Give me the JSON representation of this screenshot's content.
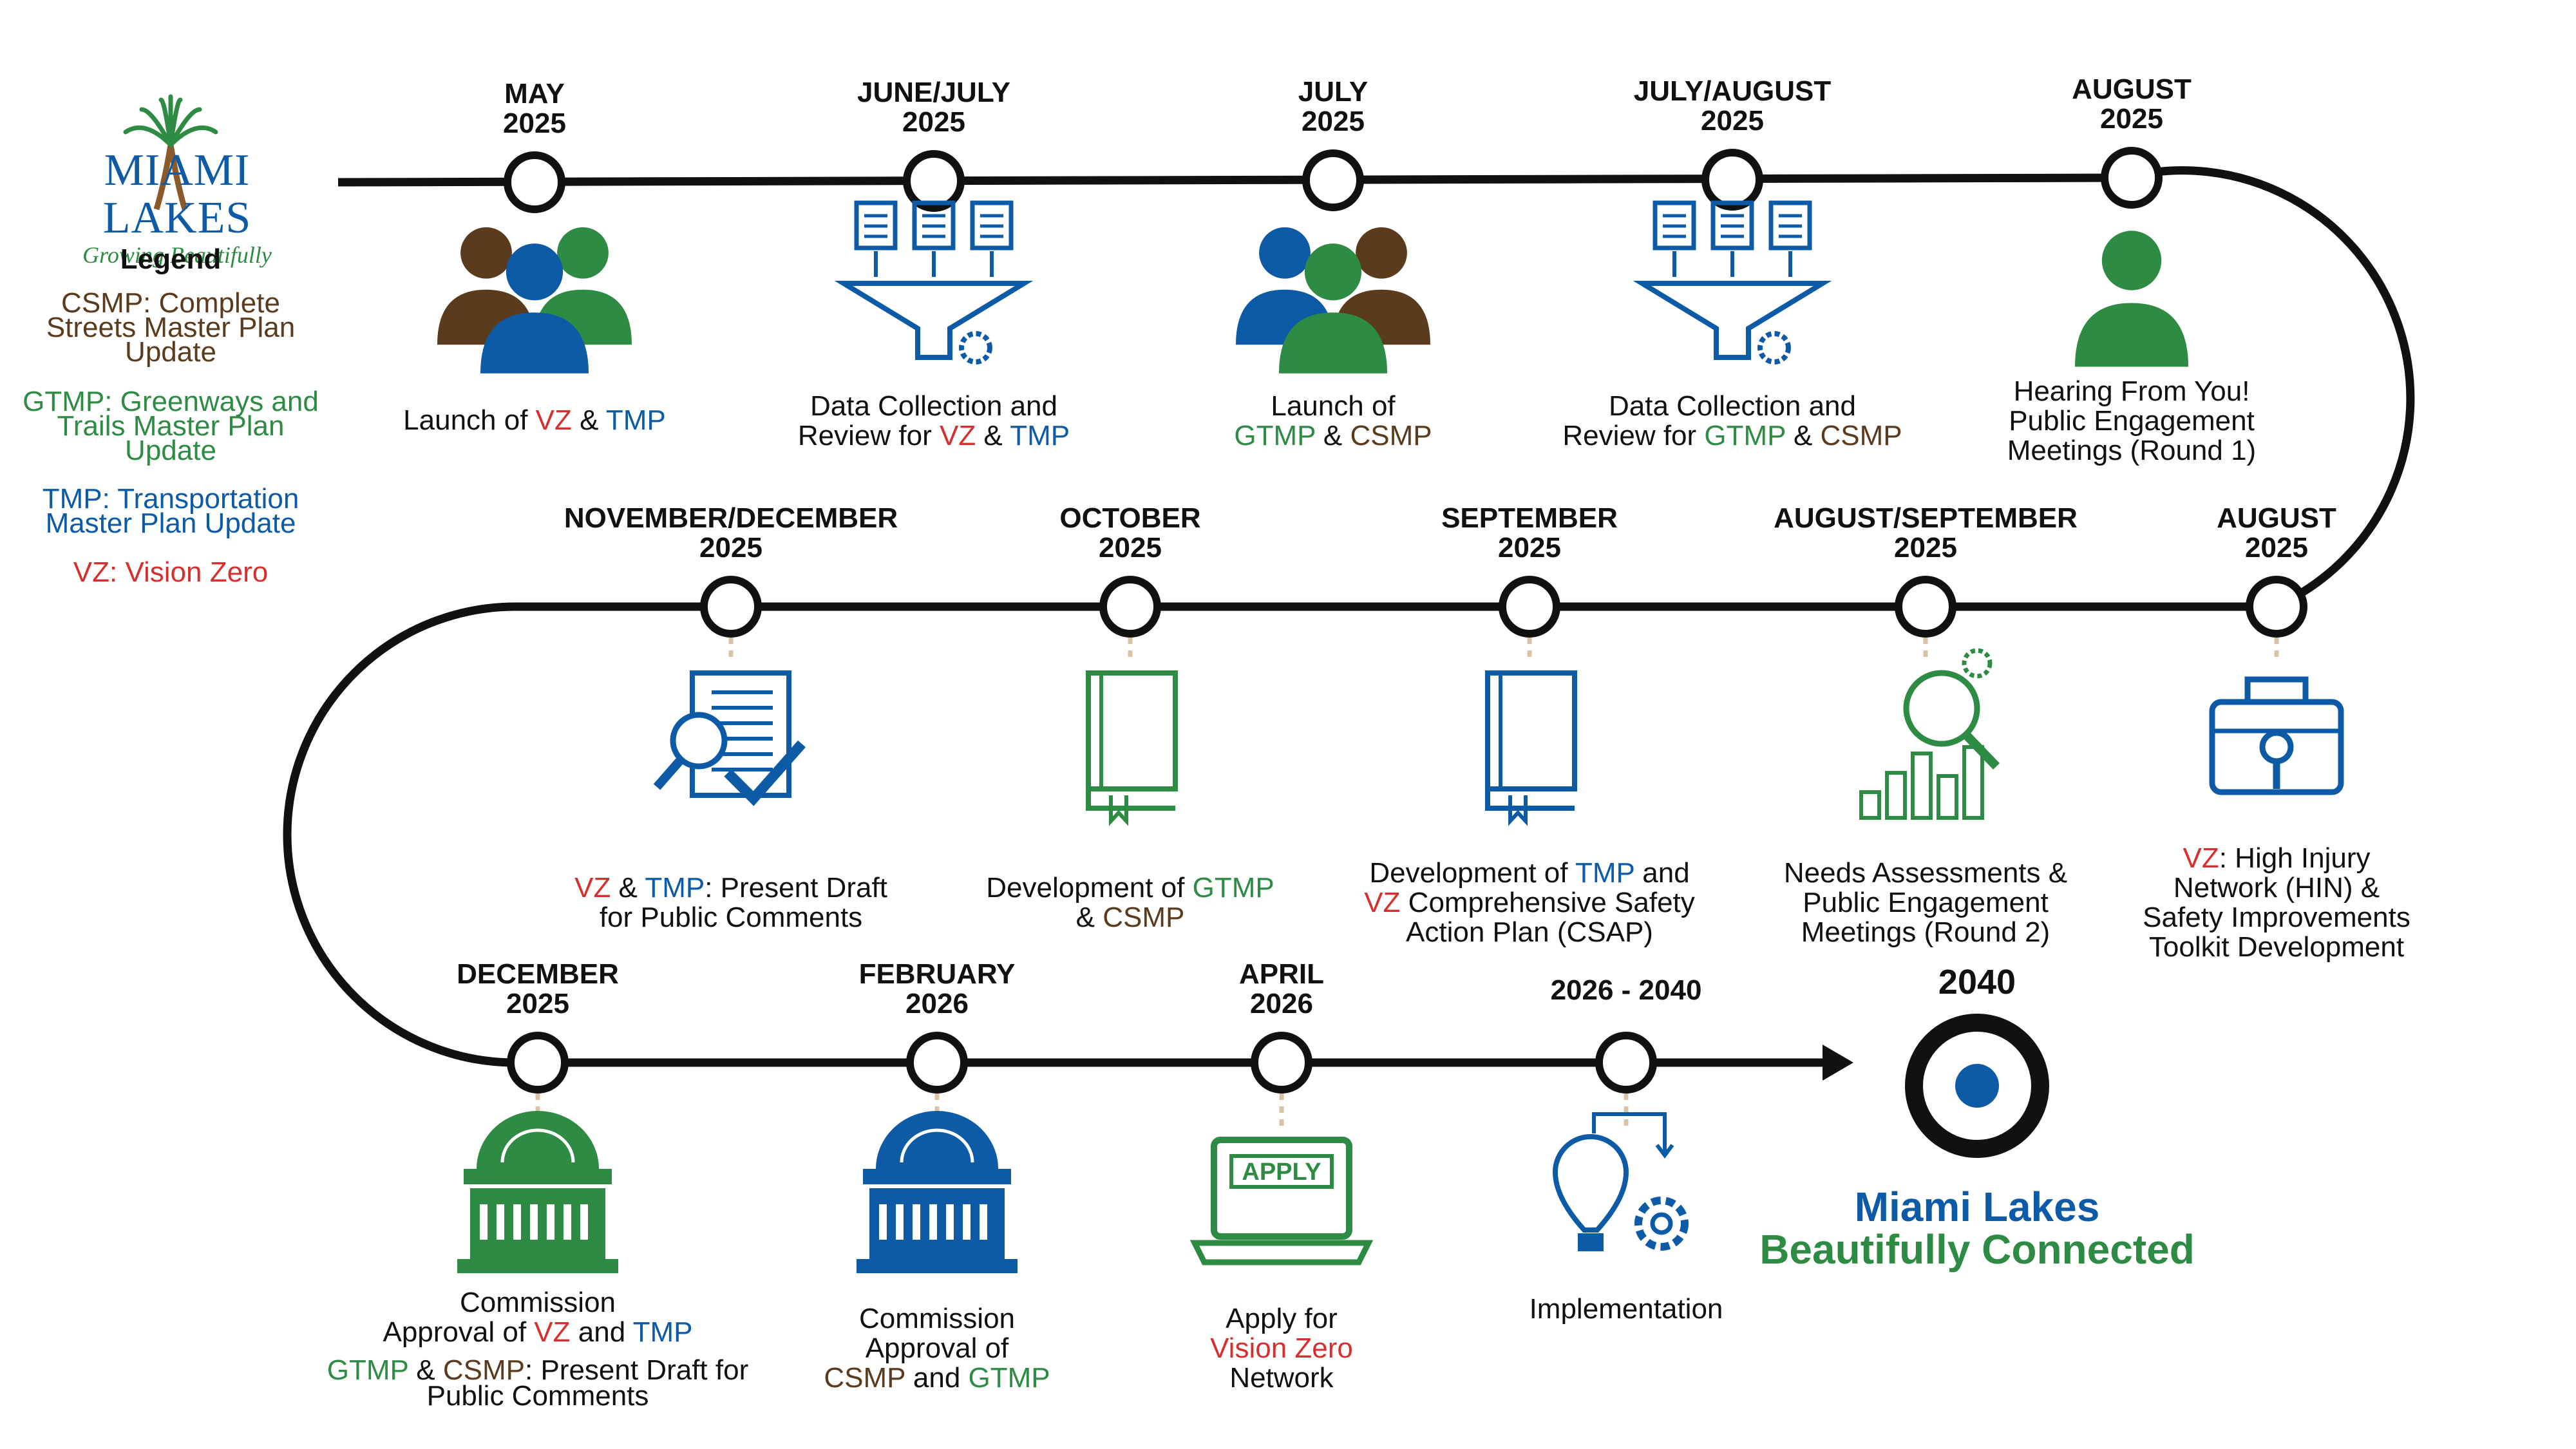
{
  "logo": {
    "name": "MIAMI LAKES",
    "tagline": "Growing Beautifully"
  },
  "legend": {
    "title": "Legend",
    "items": [
      {
        "text": "CSMP: Complete Streets Master Plan Update",
        "color": "#5b3b1e"
      },
      {
        "text": "GTMP: Greenways and Trails Master Plan Update",
        "color": "#2e8b44"
      },
      {
        "text": "TMP: Transportation Master Plan Update",
        "color": "#0d5aa7"
      },
      {
        "text": "VZ: Vision Zero",
        "color": "#d62f2f"
      }
    ]
  },
  "colors": {
    "red": "#d62f2f",
    "blue": "#0d5aa7",
    "green": "#2e8b44",
    "brown": "#5b3b1e",
    "line": "#111111",
    "dots": "#d8c3a5"
  },
  "milestones": [
    {
      "id": "m1",
      "date1": "MAY",
      "date2": "2025",
      "icon": "people-icon",
      "label": [
        [
          "Launch of ",
          ""
        ],
        [
          "VZ",
          "r"
        ],
        [
          " & ",
          ""
        ],
        [
          "TMP",
          "b"
        ]
      ]
    },
    {
      "id": "m2",
      "date1": "JUNE/JULY",
      "date2": "2025",
      "icon": "data-funnel-icon",
      "label": [
        [
          "Data Collection and",
          ""
        ],
        [
          "\n",
          ""
        ],
        [
          "Review for ",
          ""
        ],
        [
          "VZ",
          "r"
        ],
        [
          " & ",
          ""
        ],
        [
          "TMP",
          "b"
        ]
      ]
    },
    {
      "id": "m3",
      "date1": "JULY",
      "date2": "2025",
      "icon": "people-icon",
      "label": [
        [
          "Launch of",
          ""
        ],
        [
          "\n",
          ""
        ],
        [
          "GTMP",
          "g"
        ],
        [
          " & ",
          ""
        ],
        [
          "CSMP",
          "br"
        ]
      ]
    },
    {
      "id": "m4",
      "date1": "JULY/AUGUST",
      "date2": "2025",
      "icon": "data-funnel-icon",
      "label": [
        [
          "Data Collection and",
          ""
        ],
        [
          "\n",
          ""
        ],
        [
          "Review for ",
          ""
        ],
        [
          "GTMP",
          "g"
        ],
        [
          " & ",
          ""
        ],
        [
          "CSMP",
          "br"
        ]
      ]
    },
    {
      "id": "m5",
      "date1": "AUGUST",
      "date2": "2025",
      "icon": "person-icon",
      "label": [
        [
          "Hearing From You!",
          ""
        ],
        [
          "\n",
          ""
        ],
        [
          "Public Engagement",
          ""
        ],
        [
          "\n",
          ""
        ],
        [
          "Meetings (Round 1)",
          ""
        ]
      ]
    },
    {
      "id": "m6",
      "date1": "AUGUST",
      "date2": "2025",
      "icon": "toolkit-icon",
      "label": [
        [
          "VZ",
          "r"
        ],
        [
          ": High Injury",
          ""
        ],
        [
          "\n",
          ""
        ],
        [
          "Network (HIN) &",
          ""
        ],
        [
          "\n",
          ""
        ],
        [
          "Safety Improvements",
          ""
        ],
        [
          "\n",
          ""
        ],
        [
          "Toolkit Development",
          ""
        ]
      ]
    },
    {
      "id": "m7",
      "date1": "AUGUST/SEPTEMBER",
      "date2": "2025",
      "icon": "analytics-icon",
      "label": [
        [
          "Needs Assessments &",
          ""
        ],
        [
          "\n",
          ""
        ],
        [
          "Public Engagement",
          ""
        ],
        [
          "\n",
          ""
        ],
        [
          "Meetings (Round 2)",
          ""
        ]
      ]
    },
    {
      "id": "m8",
      "date1": "SEPTEMBER",
      "date2": "2025",
      "icon": "book-icon",
      "label": [
        [
          "Development of ",
          ""
        ],
        [
          "TMP",
          "b"
        ],
        [
          " and",
          ""
        ],
        [
          "\n",
          ""
        ],
        [
          "VZ",
          "r"
        ],
        [
          " Comprehensive Safety",
          ""
        ],
        [
          "\n",
          ""
        ],
        [
          "Action Plan (CSAP)",
          ""
        ]
      ]
    },
    {
      "id": "m9",
      "date1": "OCTOBER",
      "date2": "2025",
      "icon": "book-icon",
      "label": [
        [
          "Development of ",
          ""
        ],
        [
          "GTMP",
          "g"
        ],
        [
          "\n",
          ""
        ],
        [
          "& ",
          ""
        ],
        [
          "CSMP",
          "br"
        ]
      ]
    },
    {
      "id": "m10",
      "date1": "NOVEMBER/DECEMBER",
      "date2": "2025",
      "icon": "document-review-icon",
      "label": [
        [
          "VZ",
          "r"
        ],
        [
          " & ",
          ""
        ],
        [
          "TMP",
          "b"
        ],
        [
          ": Present Draft",
          ""
        ],
        [
          "\n",
          ""
        ],
        [
          "for Public Comments",
          ""
        ]
      ]
    },
    {
      "id": "m11",
      "date1": "DECEMBER",
      "date2": "2025",
      "icon": "government-building-icon",
      "label": [
        [
          "Commission",
          ""
        ],
        [
          "\n",
          ""
        ],
        [
          "Approval of ",
          ""
        ],
        [
          "VZ",
          "r"
        ],
        [
          " and ",
          ""
        ],
        [
          "TMP",
          "b"
        ]
      ],
      "label2": [
        [
          "GTMP",
          "g"
        ],
        [
          " & ",
          ""
        ],
        [
          "CSMP",
          "br"
        ],
        [
          ": Present Draft for",
          ""
        ],
        [
          "\n",
          ""
        ],
        [
          "Public Comments",
          ""
        ]
      ]
    },
    {
      "id": "m12",
      "date1": "FEBRUARY",
      "date2": "2026",
      "icon": "government-building-icon",
      "label": [
        [
          "Commission",
          ""
        ],
        [
          "\n",
          ""
        ],
        [
          "Approval of",
          ""
        ],
        [
          "\n",
          ""
        ],
        [
          "CSMP",
          "br"
        ],
        [
          " and ",
          ""
        ],
        [
          "GTMP",
          "g"
        ]
      ]
    },
    {
      "id": "m13",
      "date1": "APRIL",
      "date2": "2026",
      "icon": "apply-laptop-icon",
      "label": [
        [
          "Apply for",
          ""
        ],
        [
          "\n",
          ""
        ],
        [
          "Vision Zero",
          "r"
        ],
        [
          "\n",
          ""
        ],
        [
          "Network",
          ""
        ]
      ],
      "apply": "APPLY"
    },
    {
      "id": "m14",
      "date1": "2026 - 2040",
      "date2": "",
      "icon": "idea-gear-icon",
      "label": [
        [
          "Implementation",
          ""
        ]
      ]
    }
  ],
  "goal": {
    "year": "2040",
    "line1": "Miami Lakes",
    "line2": "Beautifully Connected"
  }
}
